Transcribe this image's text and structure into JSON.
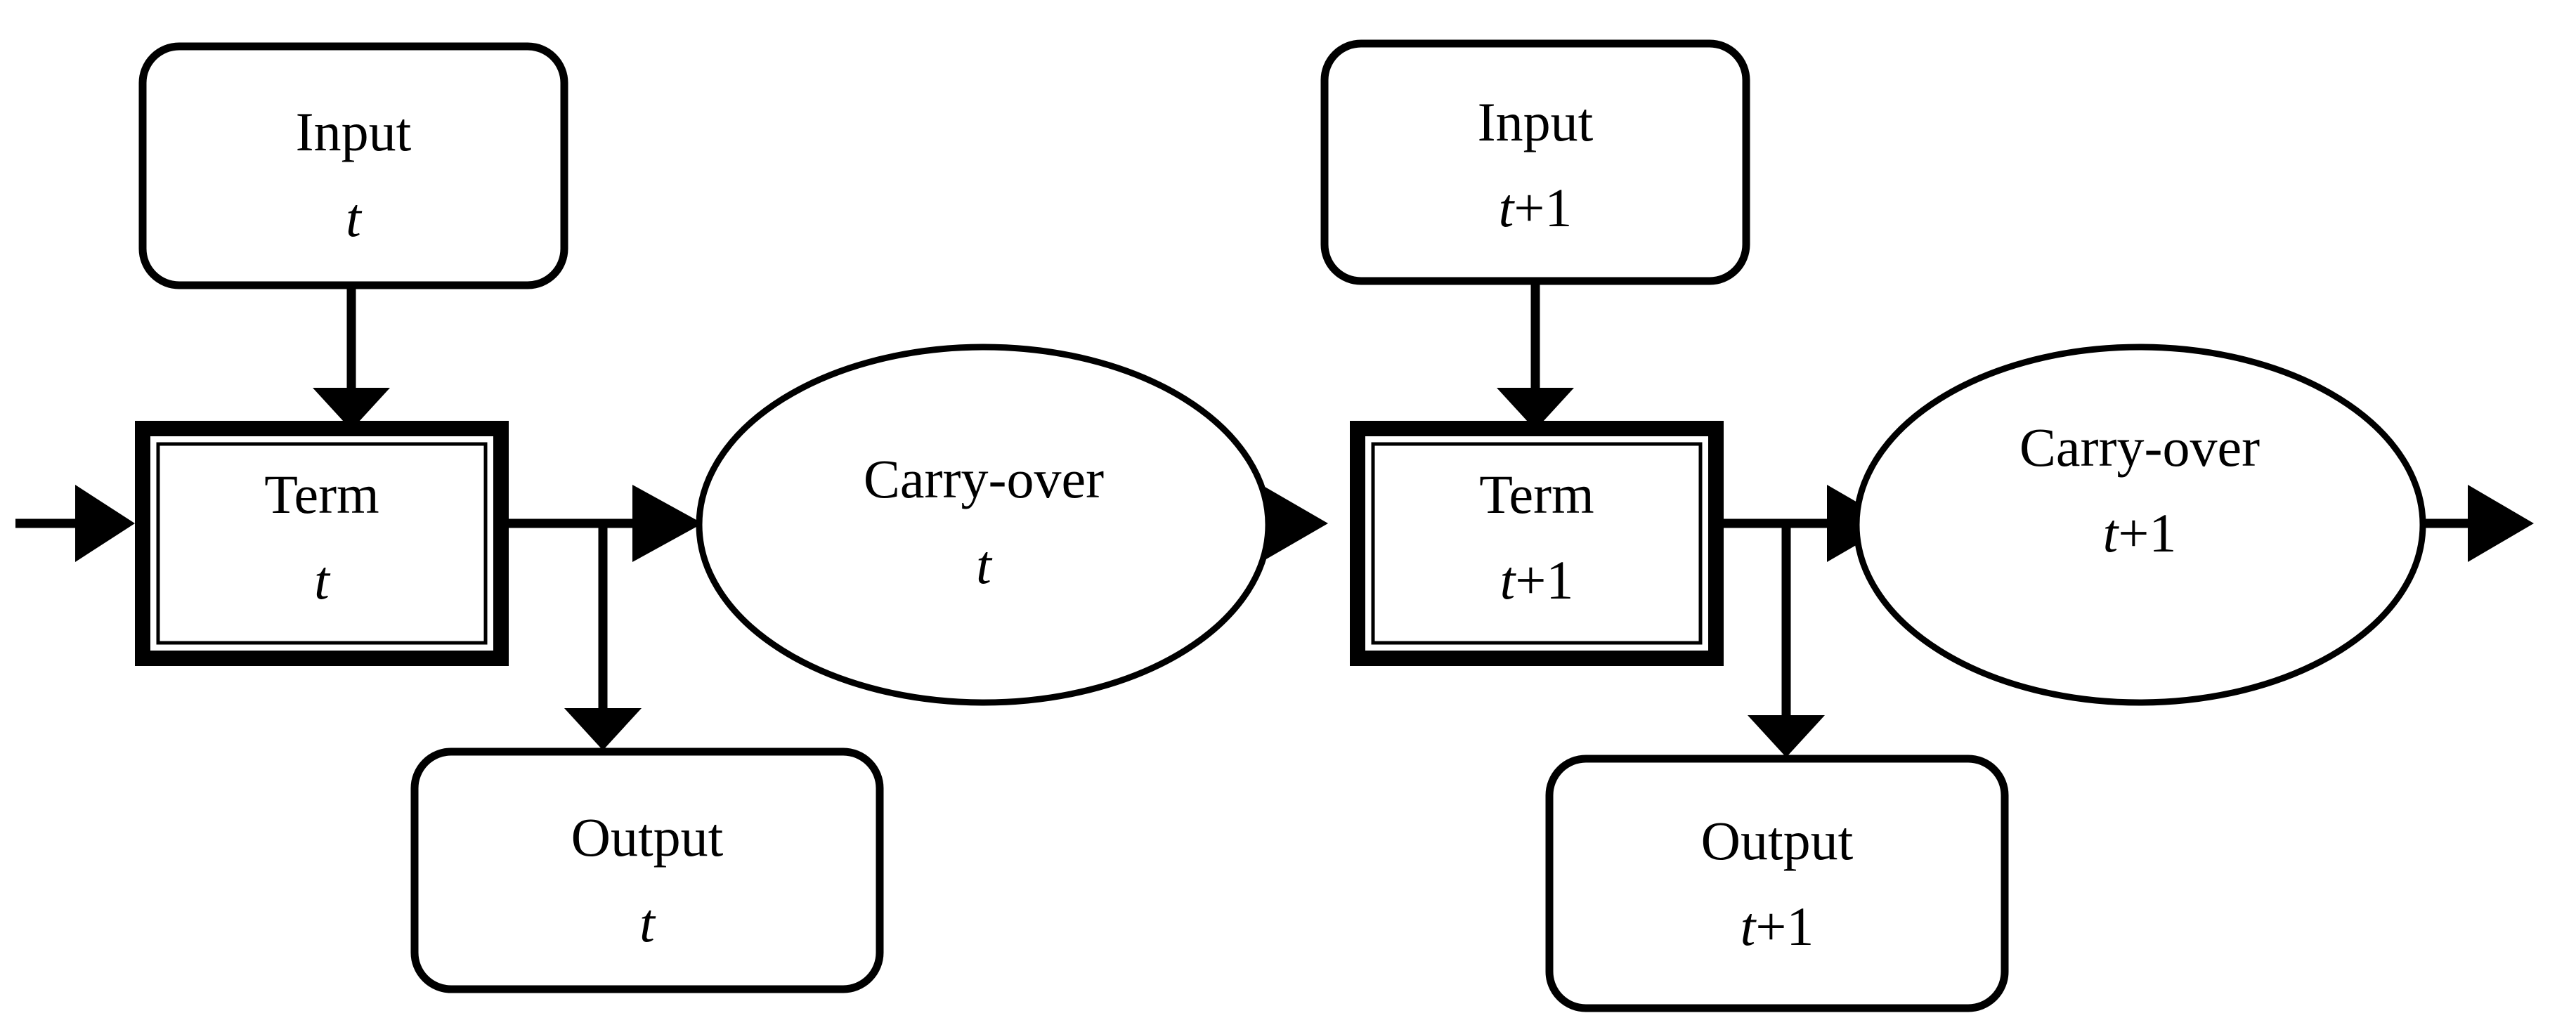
{
  "diagram": {
    "title": "Recurrent term / carry-over unrolled block diagram",
    "background_color": "#ffffff",
    "stroke_color": "#000000",
    "nodes": {
      "input_t": {
        "label": "Input",
        "time_italic": "t",
        "time_suffix": "",
        "shape": "rounded-rectangle"
      },
      "term_t": {
        "label": "Term",
        "time_italic": "t",
        "time_suffix": "",
        "shape": "double-rectangle"
      },
      "carryover_t": {
        "label": "Carry-over",
        "time_italic": "t",
        "time_suffix": "",
        "shape": "ellipse"
      },
      "output_t": {
        "label": "Output",
        "time_italic": "t",
        "time_suffix": "",
        "shape": "rounded-rectangle"
      },
      "input_t1": {
        "label": "Input",
        "time_italic": "t",
        "time_suffix": "+1",
        "shape": "rounded-rectangle"
      },
      "term_t1": {
        "label": "Term",
        "time_italic": "t",
        "time_suffix": "+1",
        "shape": "double-rectangle"
      },
      "carryover_t1": {
        "label": "Carry-over",
        "time_italic": "t",
        "time_suffix": "+1",
        "shape": "ellipse"
      },
      "output_t1": {
        "label": "Output",
        "time_italic": "t",
        "time_suffix": "+1",
        "shape": "rounded-rectangle"
      }
    },
    "edges": [
      {
        "from": "external-left",
        "to": "term_t",
        "direction": "right",
        "arrowhead": true
      },
      {
        "from": "input_t",
        "to": "term_t",
        "direction": "down",
        "arrowhead": true
      },
      {
        "from": "term_t",
        "to": "carryover_t",
        "direction": "right",
        "arrowhead": true
      },
      {
        "from": "term_t",
        "to": "output_t",
        "direction": "down",
        "arrowhead": true
      },
      {
        "from": "carryover_t",
        "to": "term_t1",
        "direction": "right",
        "arrowhead": true
      },
      {
        "from": "input_t1",
        "to": "term_t1",
        "direction": "down",
        "arrowhead": true
      },
      {
        "from": "term_t1",
        "to": "carryover_t1",
        "direction": "right",
        "arrowhead": true
      },
      {
        "from": "term_t1",
        "to": "output_t1",
        "direction": "down",
        "arrowhead": true
      },
      {
        "from": "carryover_t1",
        "to": "external-right",
        "direction": "right",
        "arrowhead": true
      }
    ]
  }
}
